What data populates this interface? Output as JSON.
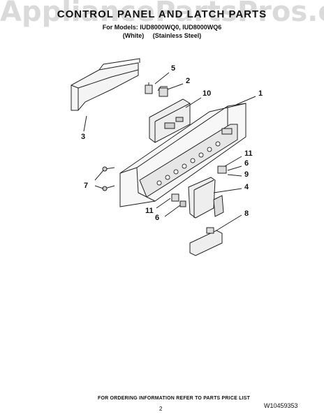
{
  "watermark": "AppliancePartsPros.com",
  "title": "CONTROL PANEL AND LATCH PARTS",
  "models_line": "For Models: IUD8000WQ0, IUD8000WQ6",
  "finish_line": "(White)     (Stainless Steel)",
  "callouts": [
    {
      "id": "c1",
      "label": "1"
    },
    {
      "id": "c2",
      "label": "2"
    },
    {
      "id": "c3",
      "label": "3"
    },
    {
      "id": "c4",
      "label": "4"
    },
    {
      "id": "c5",
      "label": "5"
    },
    {
      "id": "c6a",
      "label": "6"
    },
    {
      "id": "c6b",
      "label": "6"
    },
    {
      "id": "c7",
      "label": "7"
    },
    {
      "id": "c8",
      "label": "8"
    },
    {
      "id": "c9",
      "label": "9"
    },
    {
      "id": "c10",
      "label": "10"
    },
    {
      "id": "c11a",
      "label": "11"
    },
    {
      "id": "c11b",
      "label": "11"
    }
  ],
  "footer": "FOR ORDERING INFORMATION REFER TO PARTS PRICE LIST",
  "page_number": "2",
  "doc_number": "W10459353"
}
